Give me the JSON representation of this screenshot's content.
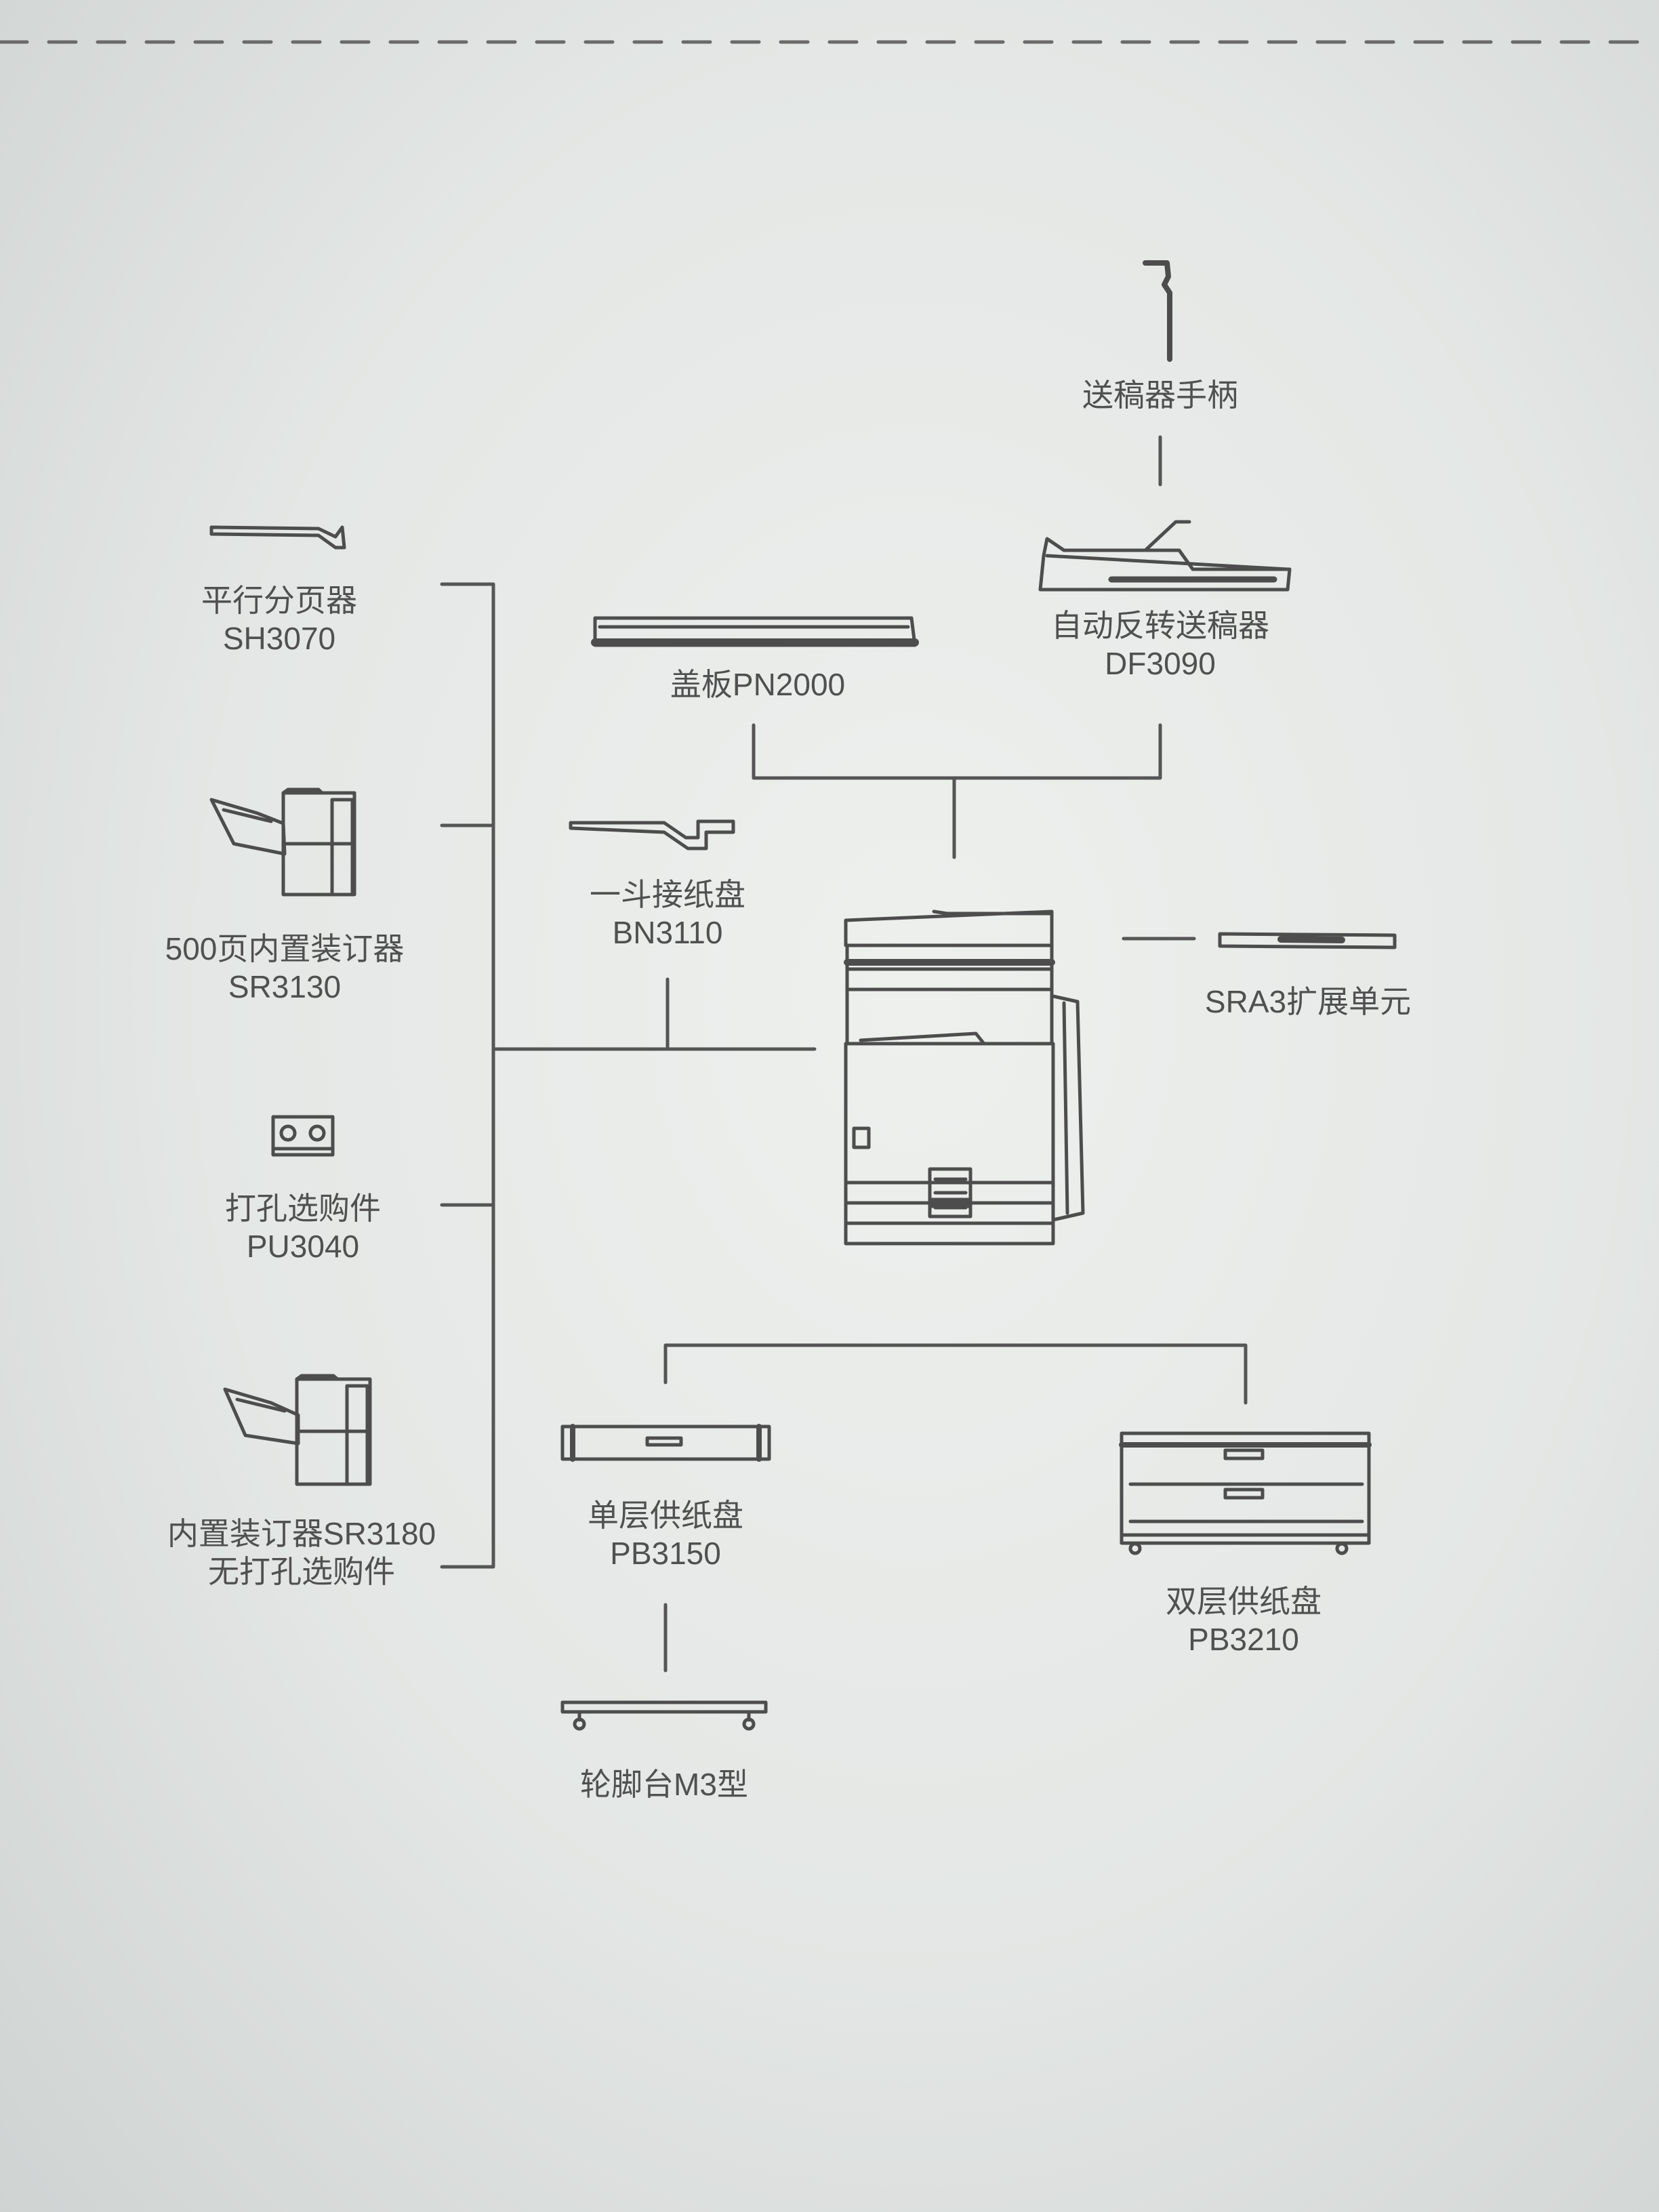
{
  "components": {
    "handle": {
      "name": "送稿器手柄"
    },
    "arm": {
      "name": "自动反转送稿器",
      "model": "DF3090"
    },
    "cover": {
      "name": "盖板PN2000"
    },
    "shifter": {
      "name": "平行分页器",
      "model": "SH3070"
    },
    "sr3130": {
      "name": "500页内置装订器",
      "model": "SR3130"
    },
    "bridge": {
      "name": "一斗接纸盘",
      "model": "BN3110"
    },
    "sra3": {
      "name": "SRA3扩展单元"
    },
    "punch": {
      "name": "打孔选购件",
      "model": "PU3040"
    },
    "sr3180": {
      "name": "内置装订器SR3180",
      "model": "无打孔选购件"
    },
    "tray1": {
      "name": "单层供纸盘",
      "model": "PB3150"
    },
    "tray2": {
      "name": "双层供纸盘",
      "model": "PB3210"
    },
    "caster": {
      "name": "轮脚台M3型"
    }
  }
}
